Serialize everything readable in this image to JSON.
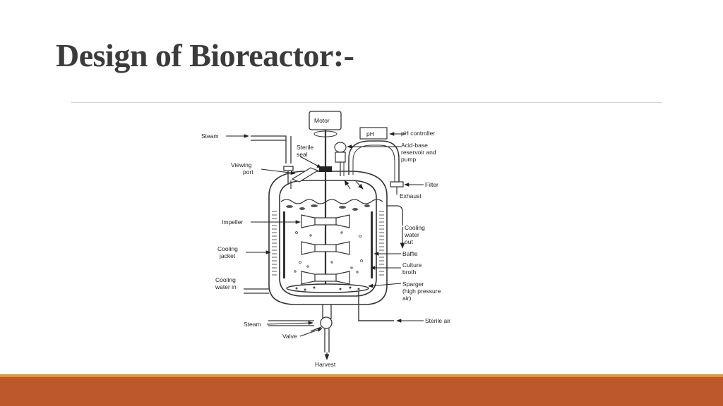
{
  "slide": {
    "title": "Design of Bioreactor:-"
  },
  "diagram": {
    "labels": {
      "motor": "Motor",
      "ph_box": "pH",
      "ph_controller": "pH controller",
      "acid_base_1": "Acid-base",
      "acid_base_2": "reservoir and",
      "acid_base_3": "pump",
      "filter": "Filter",
      "exhaust": "Exhaust",
      "steam_top": "Steam",
      "sterile_seal_1": "Sterile",
      "sterile_seal_2": "seal",
      "viewing_port_1": "Viewing",
      "viewing_port_2": "port",
      "impeller": "Impeller",
      "cooling_jacket_1": "Cooling",
      "cooling_jacket_2": "jacket",
      "cooling_water_in_1": "Cooling",
      "cooling_water_in_2": "water in",
      "cooling_water_out_1": "Cooling",
      "cooling_water_out_2": "water",
      "cooling_water_out_3": "out",
      "baffle": "Baffle",
      "culture_broth_1": "Culture",
      "culture_broth_2": "broth",
      "sparger_1": "Sparger",
      "sparger_2": "(high pressure",
      "sparger_3": "air)",
      "sterile_air": "Sterile air",
      "steam_bottom": "Steam",
      "valve": "Valve",
      "harvest": "Harvest"
    }
  },
  "theme": {
    "accent_thin": "#e4972b",
    "accent_thick": "#bd582c",
    "title_color": "#3b3b3b",
    "rule_color": "#d2d2d2"
  }
}
